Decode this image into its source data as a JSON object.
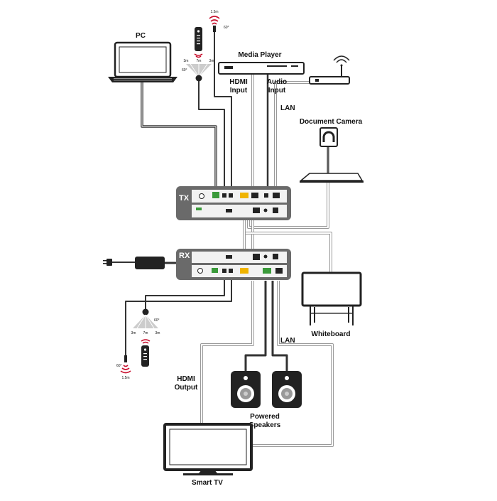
{
  "labels": {
    "pc": "PC",
    "media_player": "Media Player",
    "hdmi_input_1": "HDMI",
    "hdmi_input_2": "Input",
    "audio_input_1": "Audio",
    "audio_input_2": "Input",
    "lan_top": "LAN",
    "document_camera": "Document Camera",
    "whiteboard": "Whiteboard",
    "lan_bottom": "LAN",
    "hdmi_output_1": "HDMI",
    "hdmi_output_2": "Output",
    "powered_speakers_1": "Powered",
    "powered_speakers_2": "Speakers",
    "smart_tv": "Smart TV",
    "tx": "TX",
    "rx": "RX"
  },
  "ir_top": {
    "range": "1.5m",
    "angle": "60°",
    "left": "3m",
    "mid": "7m",
    "right": "3m",
    "side_angle": "60°"
  },
  "ir_bottom": {
    "range": "1.5m",
    "angle": "60°",
    "left": "3m",
    "mid": "7m",
    "right": "3m",
    "side_angle": "60°"
  },
  "colors": {
    "cable_dark": "#333333",
    "cable_light": "#bbbbbb",
    "device_body": "#666666",
    "panel": "#f2f2f2",
    "accent_green": "#3a9a3a",
    "accent_yellow": "#f0b400",
    "ir_red": "#c8102e"
  }
}
